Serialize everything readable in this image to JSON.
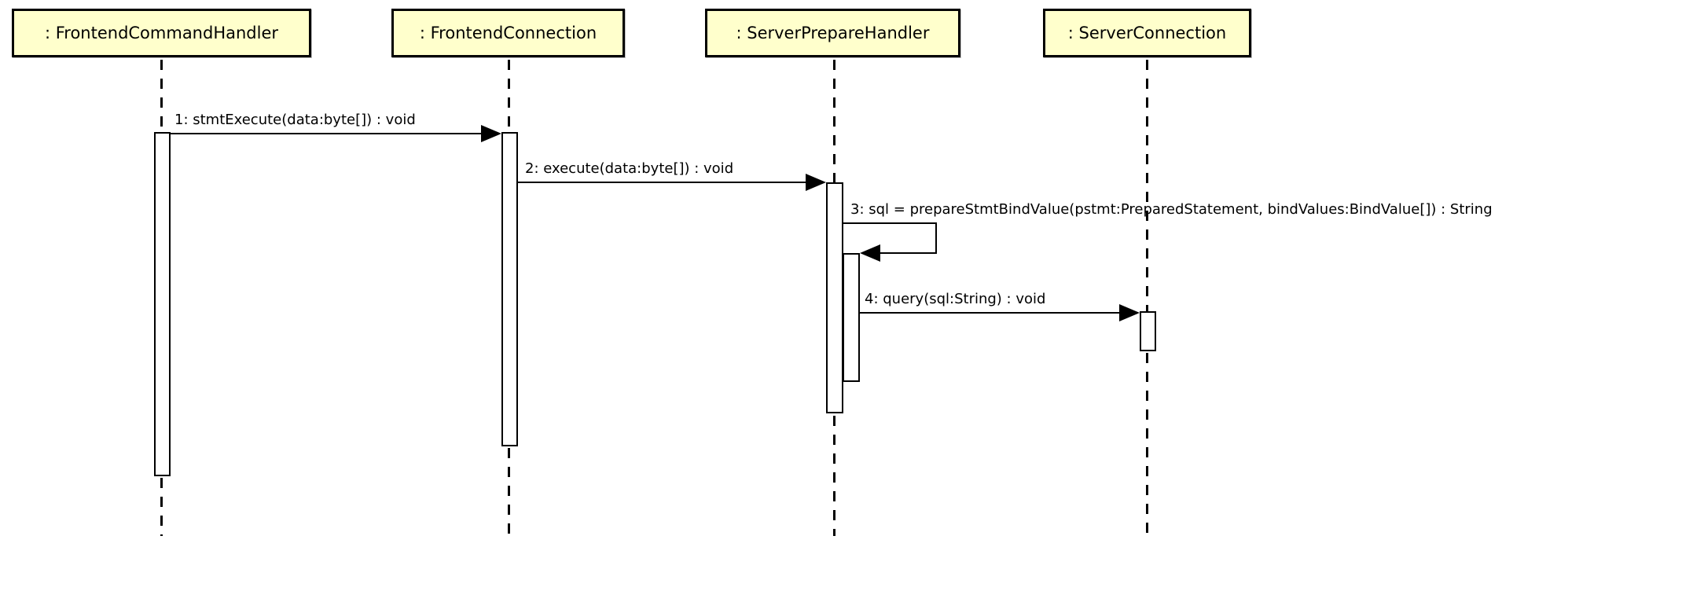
{
  "diagram": {
    "type": "uml-sequence-diagram",
    "colors": {
      "lifeline_head_fill": "#FFFFCC",
      "stroke": "#000000",
      "background": "#FFFFFF"
    },
    "lifelines": [
      {
        "id": "frontend-command-handler",
        "label": ": FrontendCommandHandler"
      },
      {
        "id": "frontend-connection",
        "label": ": FrontendConnection"
      },
      {
        "id": "server-prepare-handler",
        "label": ": ServerPrepareHandler"
      },
      {
        "id": "server-connection",
        "label": ": ServerConnection"
      }
    ],
    "messages": [
      {
        "seq": "1",
        "label": "1: stmtExecute(data:byte[]) : void",
        "from": "frontend-command-handler",
        "to": "frontend-connection",
        "kind": "synchronous-call"
      },
      {
        "seq": "2",
        "label": "2: execute(data:byte[]) : void",
        "from": "frontend-connection",
        "to": "server-prepare-handler",
        "kind": "synchronous-call"
      },
      {
        "seq": "3",
        "label": "3: sql = prepareStmtBindValue(pstmt:PreparedStatement, bindValues:BindValue[]) : String",
        "from": "server-prepare-handler",
        "to": "server-prepare-handler",
        "kind": "self-call"
      },
      {
        "seq": "4",
        "label": "4: query(sql:String) : void",
        "from": "server-prepare-handler",
        "to": "server-connection",
        "kind": "synchronous-call"
      }
    ]
  }
}
